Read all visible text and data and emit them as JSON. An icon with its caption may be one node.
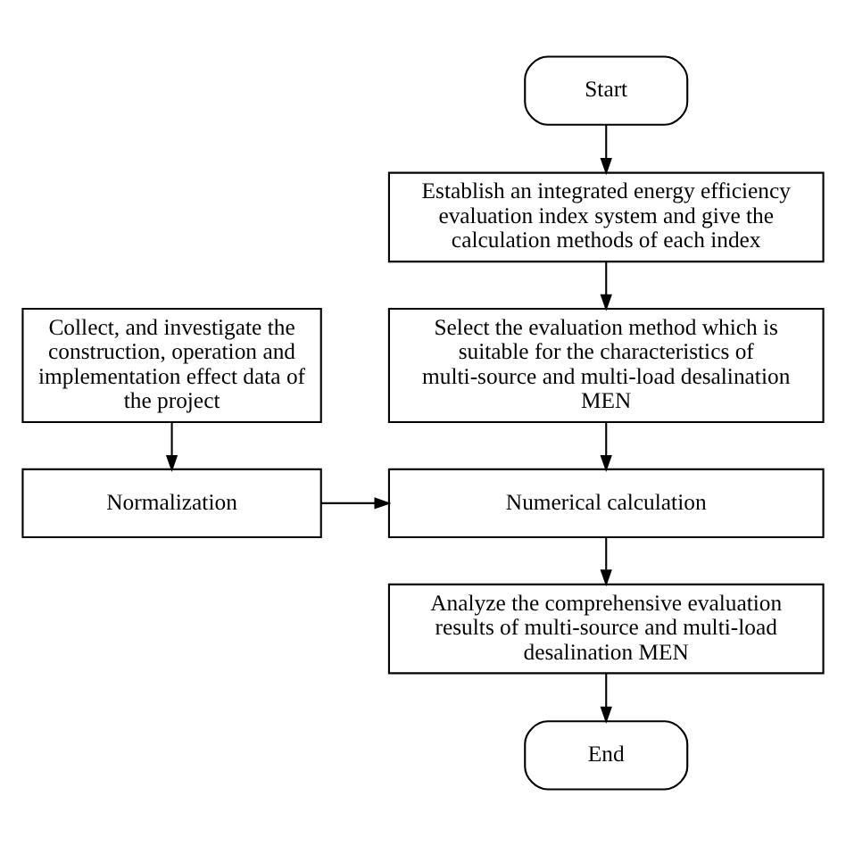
{
  "diagram": {
    "nodes": [
      {
        "text": [
          "Start"
        ]
      },
      {
        "text": [
          "Establish an integrated energy efficiency evaluation index system and give the calculation methods of each index"
        ]
      },
      {
        "text": [
          "Collect, and investigate the construction, operation and implementation effect data of the project"
        ]
      },
      {
        "text": [
          "Select the evaluation method which is suitable for the characteristics of multi-source and multi-load desalination MEN"
        ]
      },
      {
        "text": [
          "Normalization"
        ]
      },
      {
        "text": [
          "Numerical calculation"
        ]
      },
      {
        "text": [
          "Analyze the comprehensive evaluation results of multi-source and multi-load desalination MEN"
        ]
      },
      {
        "text": [
          "End"
        ]
      }
    ],
    "edges": [
      {
        "from": 0,
        "to": 1,
        "arrow": "to"
      },
      {
        "from": 1,
        "to": 3,
        "arrow": "to"
      },
      {
        "from": 2,
        "to": 4,
        "arrow": "to"
      },
      {
        "from": 3,
        "to": 5,
        "arrow": "to"
      },
      {
        "from": 4,
        "to": 5,
        "arrow": "to"
      },
      {
        "from": 5,
        "to": 6,
        "arrow": "to"
      },
      {
        "from": 6,
        "to": 7,
        "arrow": "to"
      }
    ]
  }
}
